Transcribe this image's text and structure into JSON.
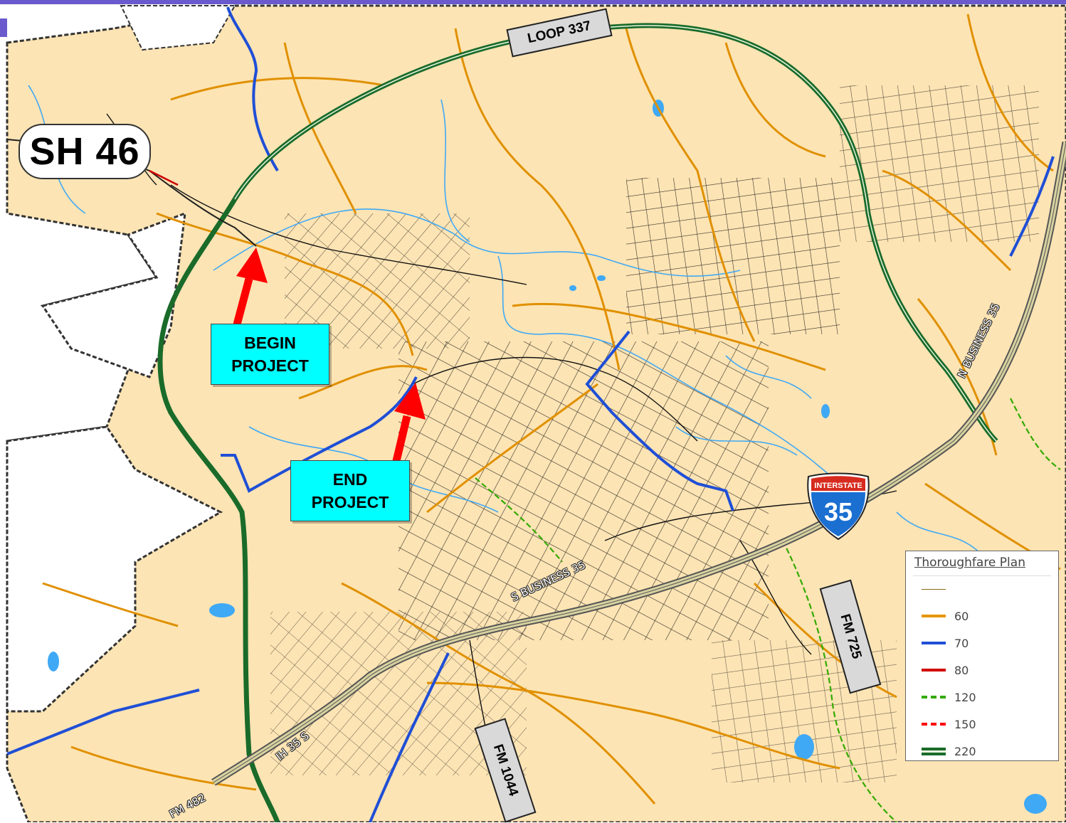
{
  "labels": {
    "sh46": "SH 46",
    "loop337": "LOOP 337",
    "fm725": "FM 725",
    "fm1044": "FM 1044",
    "interstate_word": "INTERSTATE",
    "interstate_number": "35",
    "s_business": "S BUSINESS 35",
    "n_business": "N BUSINESS 35",
    "ih35": "IH 35 S",
    "fm482": "FM 482"
  },
  "callouts": {
    "begin": [
      "BEGIN",
      "PROJECT"
    ],
    "end": [
      "END",
      "PROJECT"
    ]
  },
  "legend": {
    "title": "Thoroughfare Plan",
    "items": [
      {
        "label": "",
        "color": "#8b6914",
        "style": "thin"
      },
      {
        "label": "60",
        "color": "#e69500",
        "style": "medium"
      },
      {
        "label": "70",
        "color": "#1f4fd6",
        "style": "medium"
      },
      {
        "label": "80",
        "color": "#d00000",
        "style": "medium"
      },
      {
        "label": "120",
        "color": "#33aa00",
        "style": "dashed"
      },
      {
        "label": "150",
        "color": "#ff0000",
        "style": "dashed"
      },
      {
        "label": "220",
        "color": "#1a6b2a",
        "style": "double"
      }
    ]
  },
  "colors": {
    "city_fill": "#fde4b4",
    "street": "#000000",
    "arterial": "#e09000",
    "water": "#3fa9f5",
    "loop": "#1a6b2a",
    "blue_road": "#1f4fd6",
    "arrow": "#ff0000",
    "boundary": "#333333"
  },
  "icons": {
    "arrow": "red-arrow-icon",
    "shield": "interstate-shield-icon"
  }
}
